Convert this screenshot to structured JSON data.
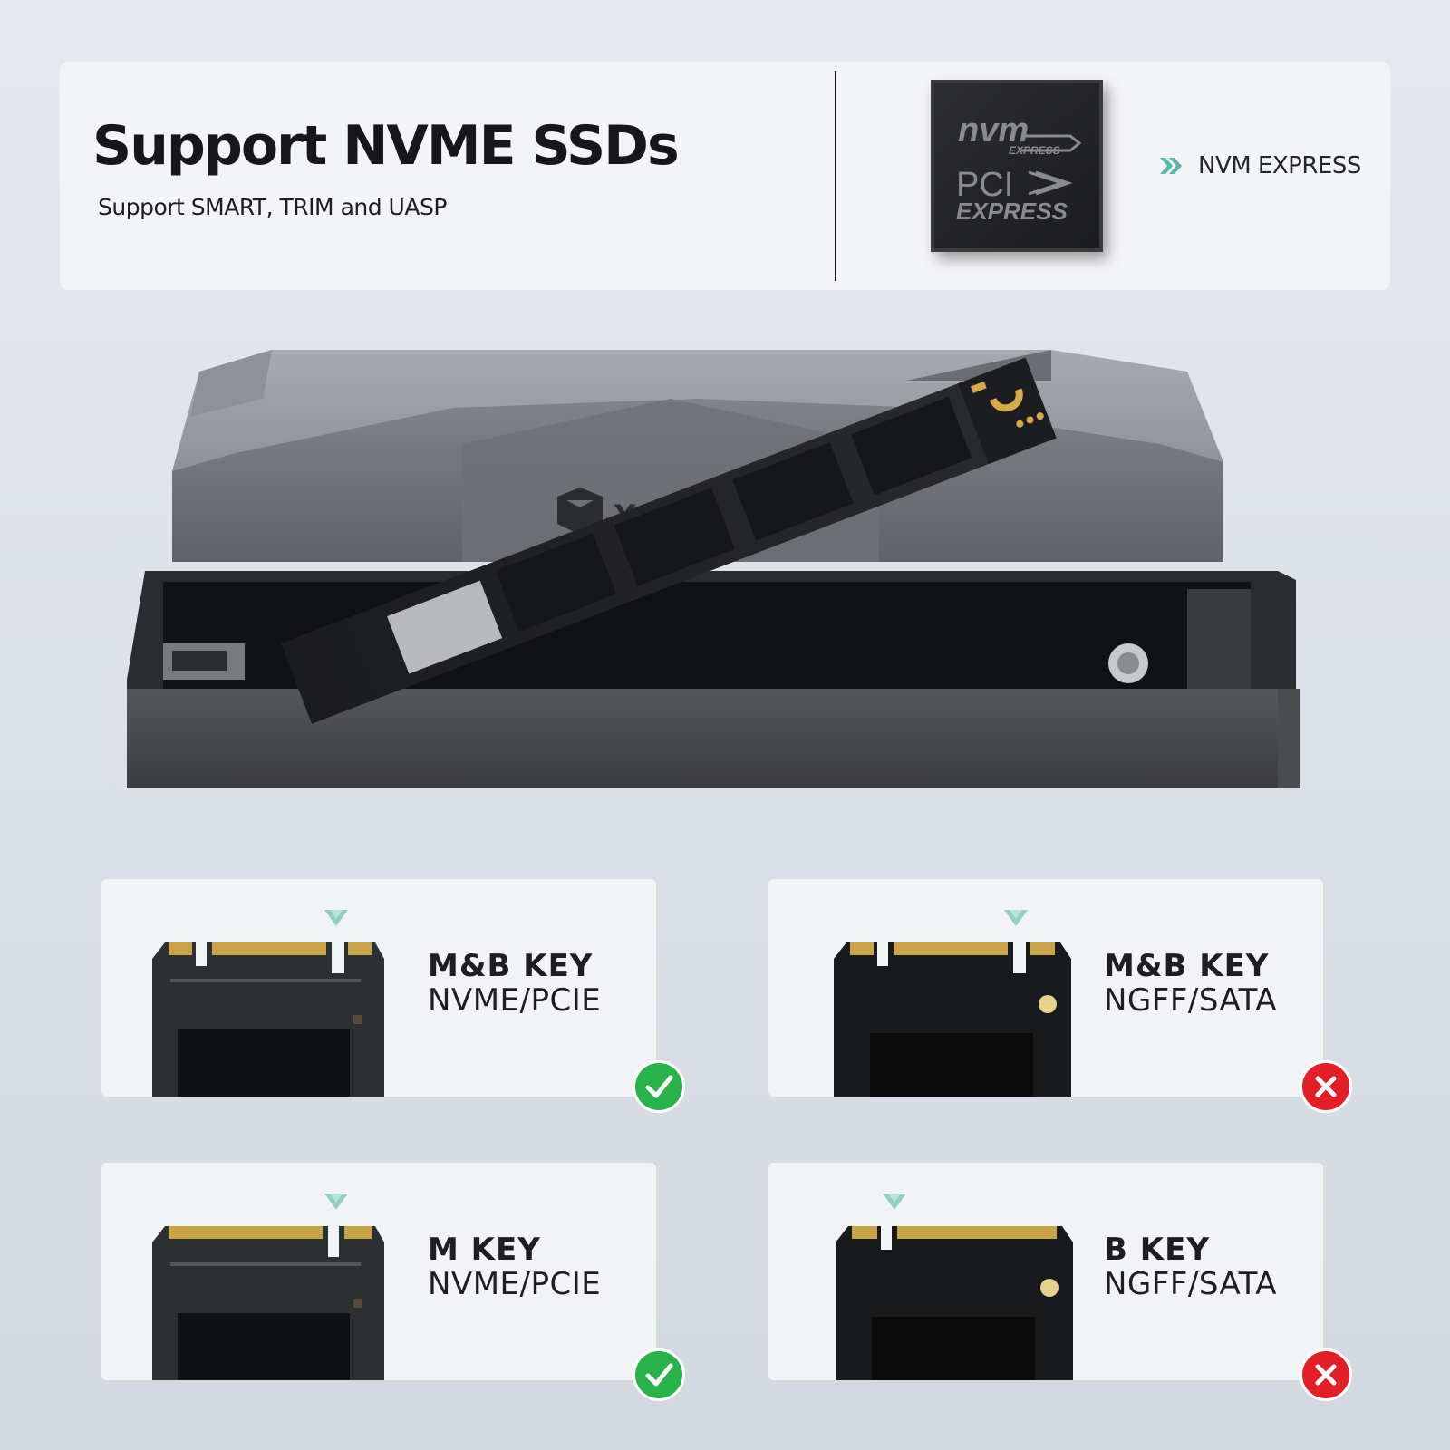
{
  "header": {
    "title": "Support NVME SSDs",
    "subtitle": "Support SMART, TRIM and UASP"
  },
  "spec": {
    "label": "NVM EXPRESS",
    "logo_icon": "nvm-express-pci-express-chip-icon",
    "logo_text": [
      "nvm",
      "EXPRESS",
      "PCI",
      "EXPRESS"
    ]
  },
  "product": {
    "brand": "Yottamast",
    "image": "m2-ssd-enclosure-with-nvme-drive"
  },
  "cards": [
    {
      "key": "M&B KEY",
      "protocol": "NVME/PCIE",
      "supported": true,
      "status_icon": "check-circle-icon"
    },
    {
      "key": "M&B KEY",
      "protocol": "NGFF/SATA",
      "supported": false,
      "status_icon": "x-circle-icon"
    },
    {
      "key": "M KEY",
      "protocol": "NVME/PCIE",
      "supported": true,
      "status_icon": "check-circle-icon"
    },
    {
      "key": "B KEY",
      "protocol": "NGFF/SATA",
      "supported": false,
      "status_icon": "x-circle-icon"
    }
  ],
  "colors": {
    "accent": "#5bb8a4",
    "check": "#27b34a",
    "cross": "#e21f26"
  }
}
